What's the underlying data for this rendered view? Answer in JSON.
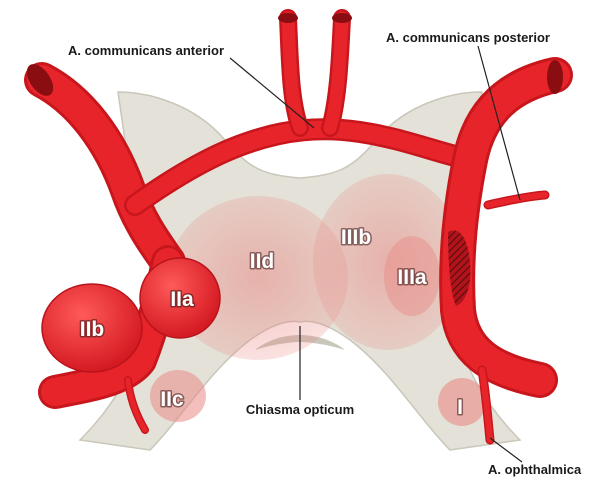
{
  "colors": {
    "artery": "#e8242b",
    "artery_shadow": "#b8141b",
    "artery_highlight": "#ff6b6b",
    "chiasm": "#e4e2d8",
    "chiasm_shadow": "#c9c6ba",
    "region": "#e9a6a2",
    "leader": "#222222"
  },
  "labels": {
    "acomm_anterior": "A. communicans anterior",
    "acomm_posterior": "A. communicans posterior",
    "chiasma": "Chiasma opticum",
    "ophthalmica": "A. ophthalmica"
  },
  "regions": {
    "IIa": "IIa",
    "IIb": "IIb",
    "IIc": "IIc",
    "IId": "IId",
    "IIIa": "IIIa",
    "IIIb": "IIIb",
    "I": "I"
  }
}
